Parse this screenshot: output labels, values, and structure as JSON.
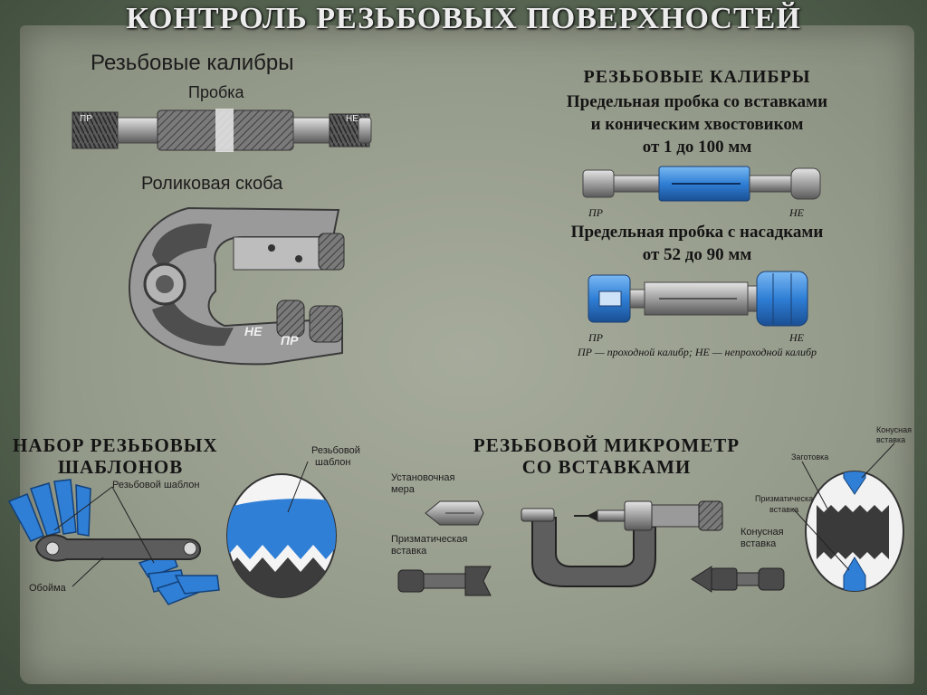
{
  "title": "КОНТРОЛЬ РЕЗЬБОВЫХ ПОВЕРХНОСТЕЙ",
  "gauges_left": {
    "heading": "Резьбовые калибры",
    "plug_label": "Пробка",
    "roller_label": "Роликовая скоба",
    "go_mark": "ПР",
    "nogo_mark": "НЕ"
  },
  "gauges_right": {
    "heading": "РЕЗЬБОВЫЕ КАЛИБРЫ",
    "plug_inserts_line1": "Предельная пробка со вставками",
    "plug_inserts_line2": "и коническим хвостовиком",
    "plug_inserts_range": "от 1 до 100 мм",
    "plug_nozzles_line1": "Предельная пробка с насадками",
    "plug_nozzles_range": "от 52 до 90 мм",
    "go_mark": "ПР",
    "nogo_mark": "НЕ",
    "legend": "ПР — проходной калибр; НЕ — непроходной калибр"
  },
  "templates": {
    "heading_line1": "НАБОР РЕЗЬБОВЫХ",
    "heading_line2": "ШАБЛОНОВ",
    "label_template": "Резьбовой шаблон",
    "label_holder": "Обойма",
    "zoom_label_line1": "Резьбовой",
    "zoom_label_line2": "шаблон"
  },
  "micrometer": {
    "heading_line1": "РЕЗЬБОВОЙ МИКРОМЕТР",
    "heading_line2": "СО ВСТАВКАМИ",
    "setting_gauge_line1": "Установочная",
    "setting_gauge_line2": "мера",
    "prism_insert_line1": "Призматическая",
    "prism_insert_line2": "вставка",
    "cone_insert_line1": "Конусная",
    "cone_insert_line2": "вставка",
    "detail_blank": "Заготовка",
    "detail_cone_line1": "Конусная",
    "detail_cone_line2": "вставка",
    "detail_prism_line1": "Призматическая",
    "detail_prism_line2": "вставка"
  },
  "colors": {
    "accent_blue": "#2f7fd6",
    "metal": "#8e8e8e",
    "dark_metal": "#4a4a4a"
  }
}
